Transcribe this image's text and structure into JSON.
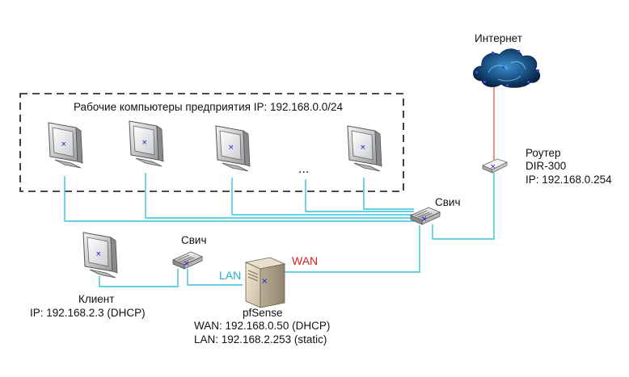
{
  "group": {
    "label": "Рабочие компьютеры предприятия IP: 192.168.0.0/24",
    "ellipsis": "..."
  },
  "internet": {
    "label": "Интернет"
  },
  "router": {
    "lines": [
      "Роутер",
      "DIR-300",
      "IP: 192.168.0.254"
    ]
  },
  "switch_main": {
    "label": "Свич"
  },
  "switch_lan": {
    "label": "Свич"
  },
  "client": {
    "lines": [
      "Клиент",
      "IP: 192.168.2.3 (DHCP)"
    ]
  },
  "pfsense": {
    "lines": [
      "pfSense",
      "WAN: 192.168.0.50 (DHCP)",
      "LAN: 192.168.2.253 (static)"
    ]
  },
  "links": {
    "lan_label": "LAN",
    "wan_label": "WAN"
  },
  "colors": {
    "lan_wire": "#35c3de",
    "internet_wire": "#e46a6a",
    "lan_text": "#1fb3cf",
    "wan_text": "#d21f1f"
  }
}
